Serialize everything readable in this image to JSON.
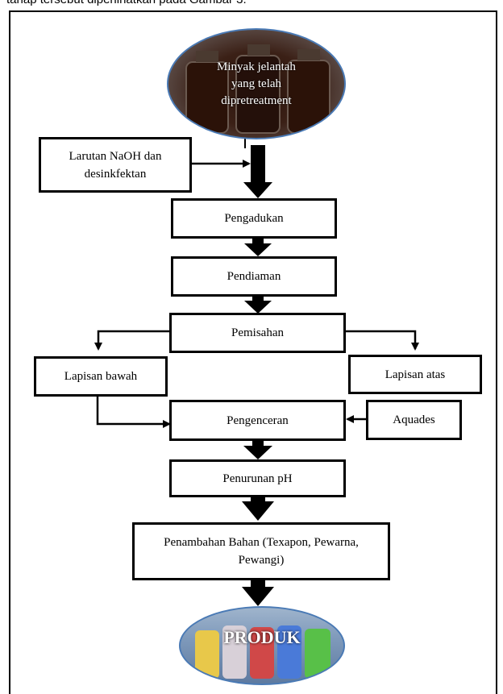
{
  "caption": "tahap tersebut diperlihatkan pada Gambar 3.",
  "nodes": {
    "start": "Minyak jelantah yang telah dipretreatment",
    "naoh": "Larutan NaOH dan desinkfektan",
    "pengadukan": "Pengadukan",
    "pendiaman": "Pendiaman",
    "pemisahan": "Pemisahan",
    "lapisan_bawah": "Lapisan bawah",
    "lapisan_atas": "Lapisan atas",
    "pengenceran": "Pengenceran",
    "aquades": "Aquades",
    "penurunan_ph": "Penurunan pH",
    "penambahan": "Penambahan Bahan (Texapon, Pewarna, Pewangi)",
    "produk": "PRODUK"
  },
  "colors": {
    "line": "#000000",
    "start_fill": "#3a2218",
    "produk_fill": "#6a8ab0"
  }
}
